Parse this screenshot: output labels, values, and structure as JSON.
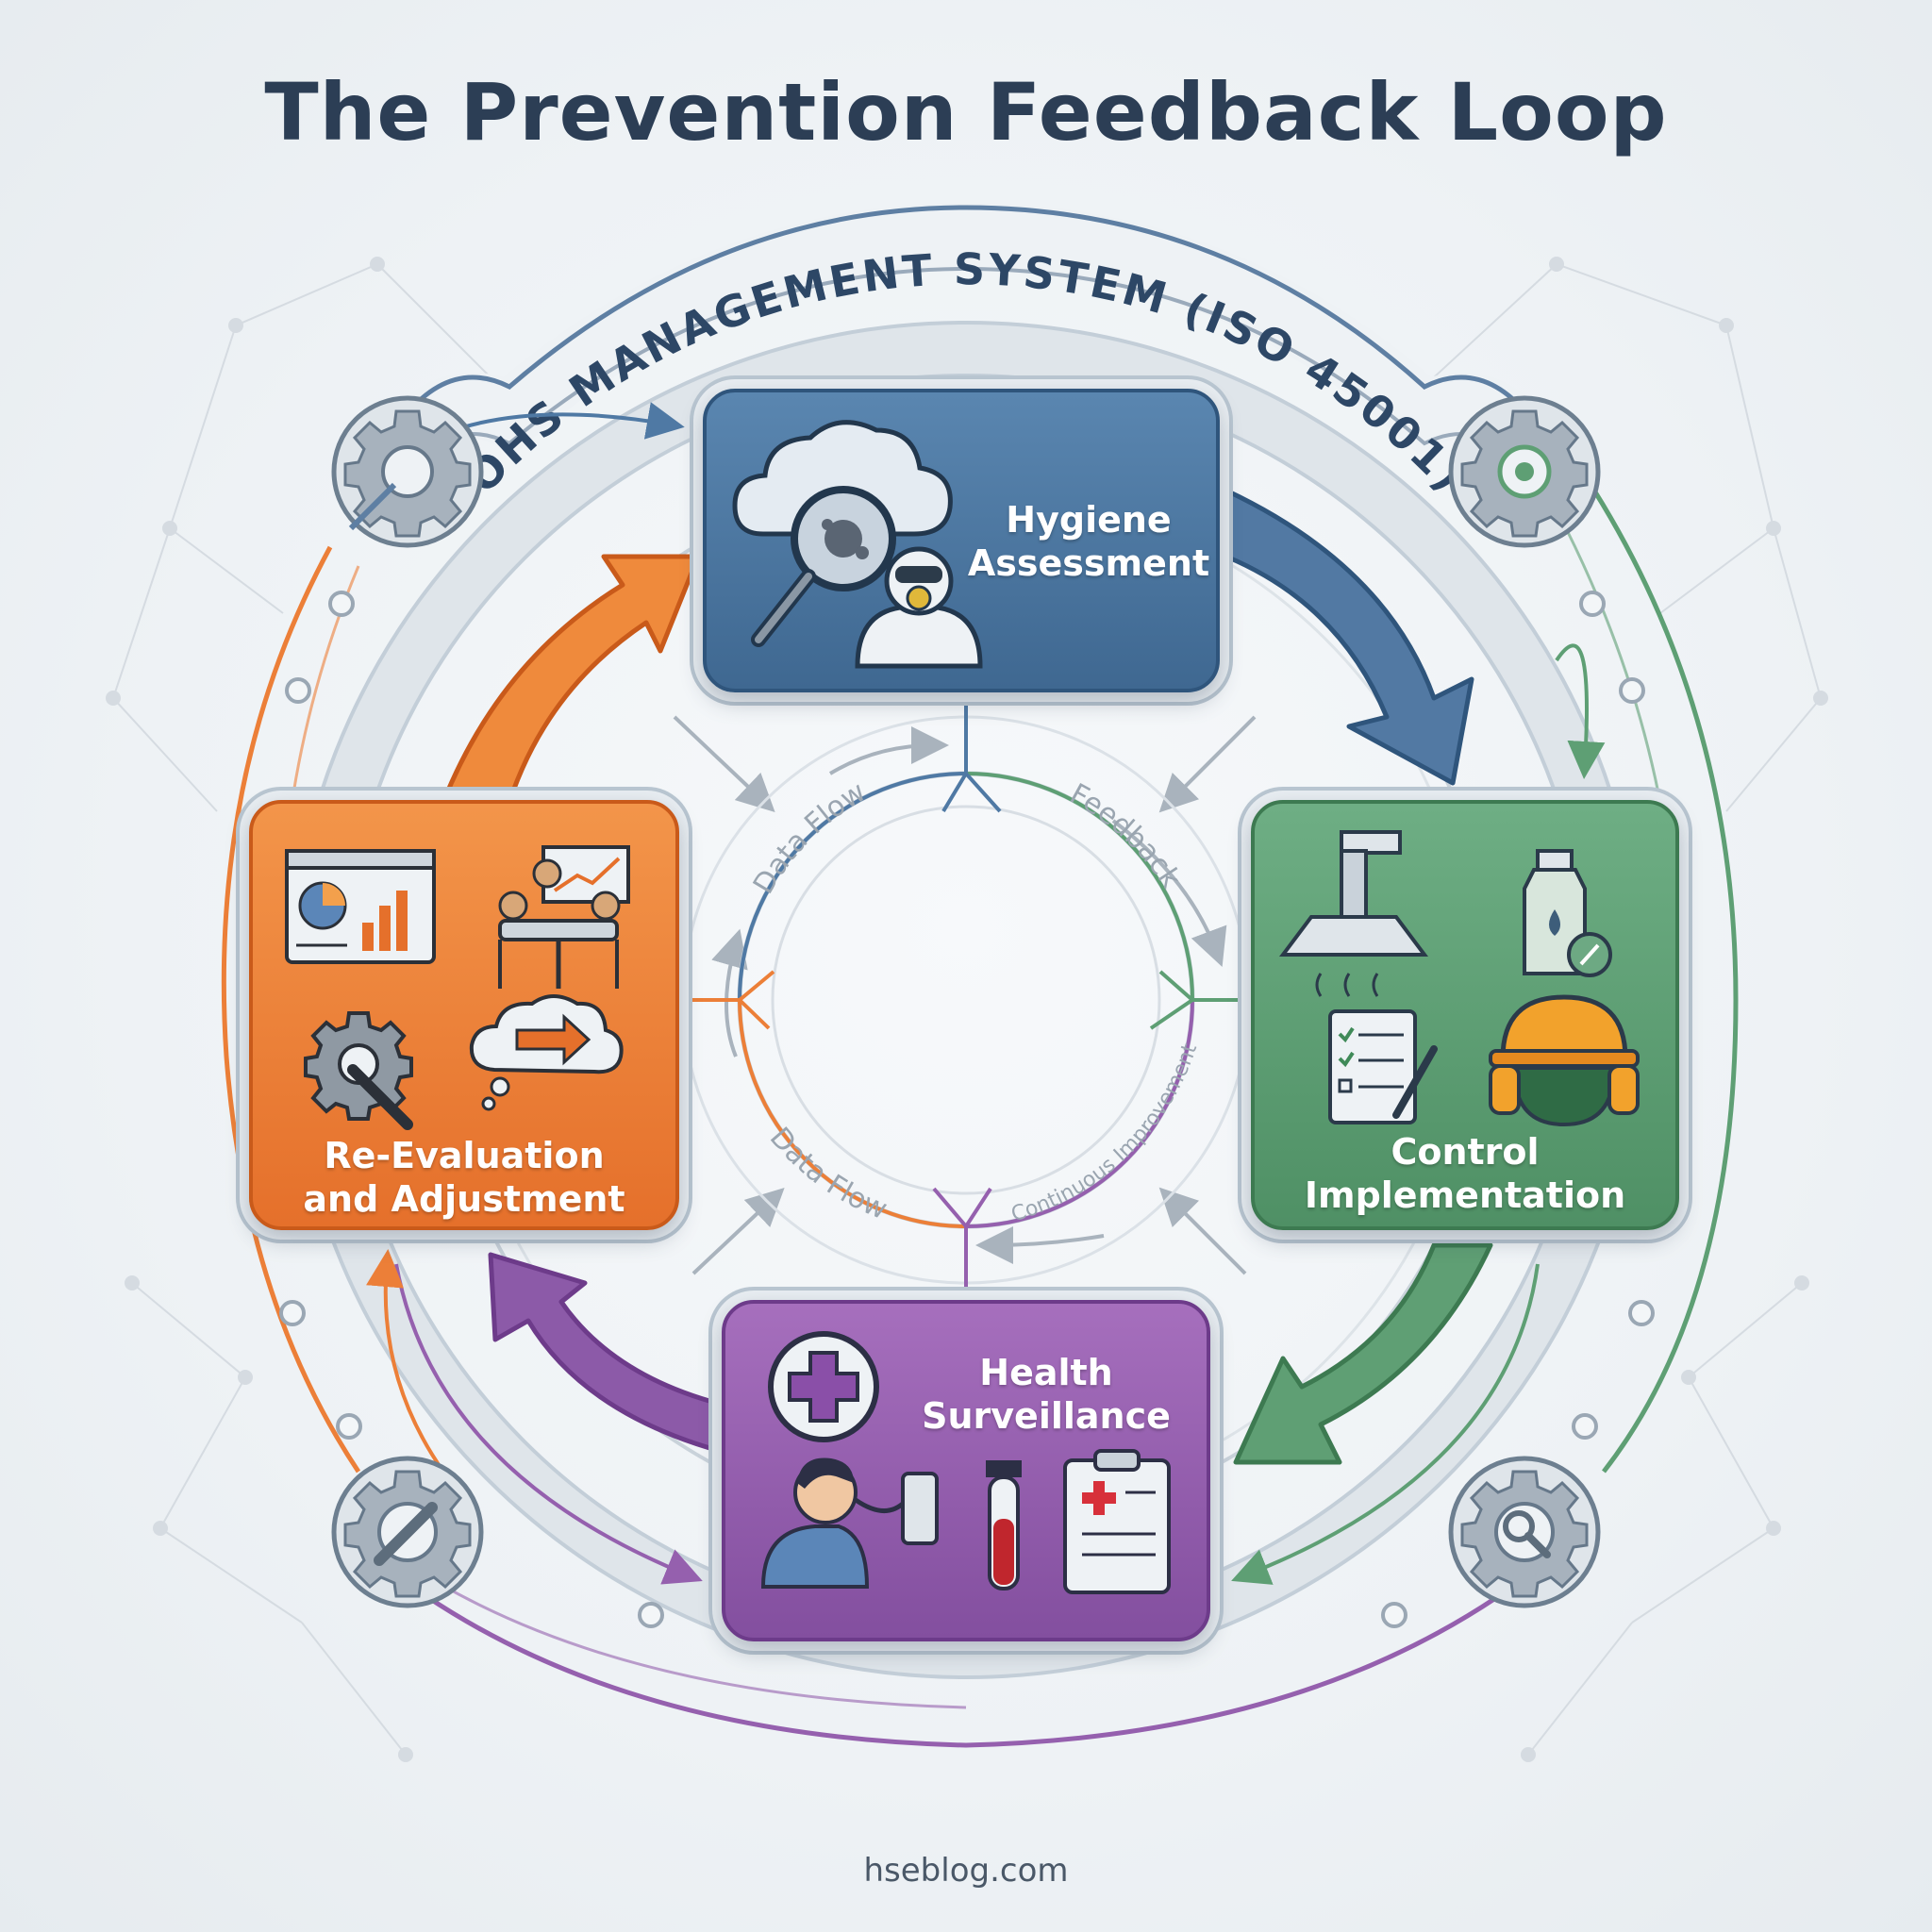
{
  "title": "The Prevention Feedback Loop",
  "ring_label": "OHS MANAGEMENT SYSTEM (ISO 45001)",
  "stages": {
    "hygiene": {
      "line1": "Hygiene",
      "line2": "Assessment",
      "color": "#4a74a0"
    },
    "control": {
      "line1": "Control",
      "line2": "Implementation",
      "color": "#5e9f74"
    },
    "health": {
      "line1": "Health",
      "line2": "Surveillance",
      "color": "#9560ae"
    },
    "reeval": {
      "line1": "Re-Evaluation",
      "line2": "and Adjustment",
      "color": "#ec7f38"
    }
  },
  "flow_labels": {
    "data_flow_top": "Data Flow",
    "feedback": "Feedback",
    "data_flow_bottom": "Data Flow",
    "continuous_improvement": "Continuous Improvement"
  },
  "icons": {
    "hygiene": [
      "cloud-magnifier-icon",
      "hazmat-worker-icon"
    ],
    "control": [
      "exhaust-hood-icon",
      "chemical-bottle-icon",
      "checklist-icon",
      "hard-hat-earmuffs-icon"
    ],
    "health": [
      "medical-cross-icon",
      "spirometry-patient-icon",
      "blood-sample-tube-icon",
      "medical-clipboard-icon"
    ],
    "reeval": [
      "dashboard-chart-icon",
      "team-meeting-icon",
      "gear-wrench-icon",
      "thought-arrow-icon"
    ]
  },
  "footer": "hseblog.com"
}
